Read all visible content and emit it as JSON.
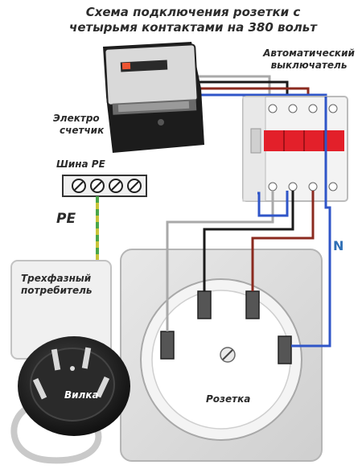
{
  "title_line1": "Схема подключения розетки с",
  "title_line2": "четырьмя контактами на 380 вольт",
  "labels": {
    "breaker": [
      "Автоматический",
      "выключатель"
    ],
    "meter": [
      "Электро",
      "счетчик"
    ],
    "pe_bus": "Шина PE",
    "pe": "PE",
    "n": "N",
    "consumer": [
      "Трехфазный",
      "потребитель"
    ],
    "plug": "Вилка",
    "socket": "Розетка"
  },
  "colors": {
    "phase_black": "#1a1a1a",
    "phase_brown": "#8b2a1f",
    "phase_gray": "#a9a9a9",
    "neutral_blue": "#2f55c8",
    "pe_yellow_green": "#c9c43a",
    "breaker_red": "#e3202a"
  }
}
